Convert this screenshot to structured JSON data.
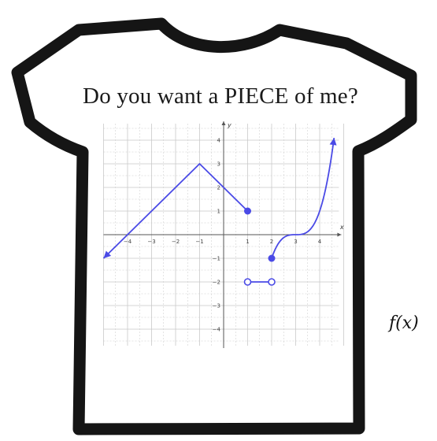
{
  "title": "Do you want a PIECE of me?",
  "function_label": "f(x)",
  "colors": {
    "shirt_outline": "#151515",
    "curve": "#4a4ae6",
    "grid": "#c9c9c9",
    "axis": "#555555"
  },
  "chart_data": {
    "type": "line",
    "xlabel": "x",
    "ylabel": "y",
    "xlim": [
      -5,
      5
    ],
    "ylim": [
      -5,
      5
    ],
    "x_ticks": [
      -4,
      -3,
      -2,
      -1,
      1,
      2,
      3,
      4
    ],
    "y_ticks": [
      -4,
      -3,
      -2,
      -1,
      1,
      2,
      3,
      4
    ],
    "grid": true,
    "pieces": [
      {
        "name": "piece-1",
        "kind": "polyline",
        "points": [
          [
            -5,
            -1
          ],
          [
            -1,
            3
          ],
          [
            1,
            1
          ]
        ],
        "start": "arrow",
        "end": "closed"
      },
      {
        "name": "piece-2",
        "kind": "segment",
        "points": [
          [
            1,
            -2
          ],
          [
            2,
            -2
          ]
        ],
        "start": "open",
        "end": "open"
      },
      {
        "name": "piece-3",
        "kind": "curve",
        "formula": "(x-3)^3 + 0",
        "points": [
          [
            2,
            -1
          ],
          [
            2.3,
            -0.34
          ],
          [
            2.6,
            -0.06
          ],
          [
            3,
            0
          ],
          [
            3.4,
            0.06
          ],
          [
            3.7,
            0.34
          ],
          [
            4,
            1
          ],
          [
            4.2,
            1.73
          ],
          [
            4.4,
            2.74
          ],
          [
            4.6,
            4.1
          ]
        ],
        "start": "closed",
        "end": "arrow"
      }
    ]
  }
}
